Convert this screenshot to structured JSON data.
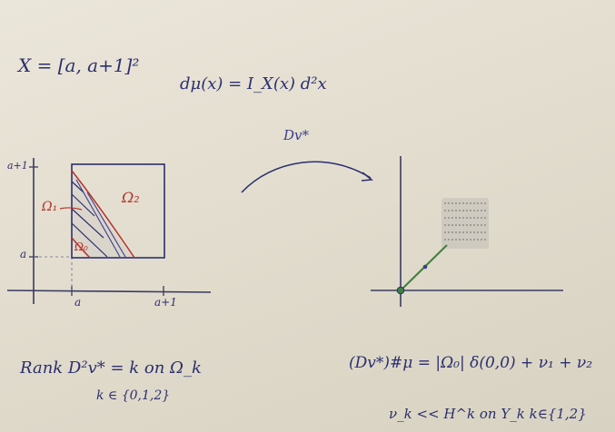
{
  "equations": {
    "domain_def": "X = [a, a+1]²",
    "measure_def": "dμ(x) = I_X(x) d²x",
    "rank_statement": "Rank D²v* = k  on Ω_k",
    "k_values": "k ∈ {0,1,2}",
    "pushforward": "(Dv*)#μ = |Ω₀| δ(0,0) + ν₁ + ν₂",
    "abs_continuity": "ν_k << H^k  on Y_k   k∈{1,2}"
  },
  "left_figure": {
    "axis_labels": {
      "y_top": "a+1",
      "y_bottom": "a",
      "x_left": "a",
      "x_right": "a+1"
    },
    "region_labels": {
      "omega_0": "Ω₀",
      "omega_1": "Ω₁",
      "omega_2": "Ω₂"
    }
  },
  "arrow_label": "Dv*",
  "colors": {
    "ink_dark": "#2b2f6e",
    "ink_red": "#b5342c",
    "ink_blue": "#3a3f8c",
    "ink_green": "#3f7f3a"
  }
}
